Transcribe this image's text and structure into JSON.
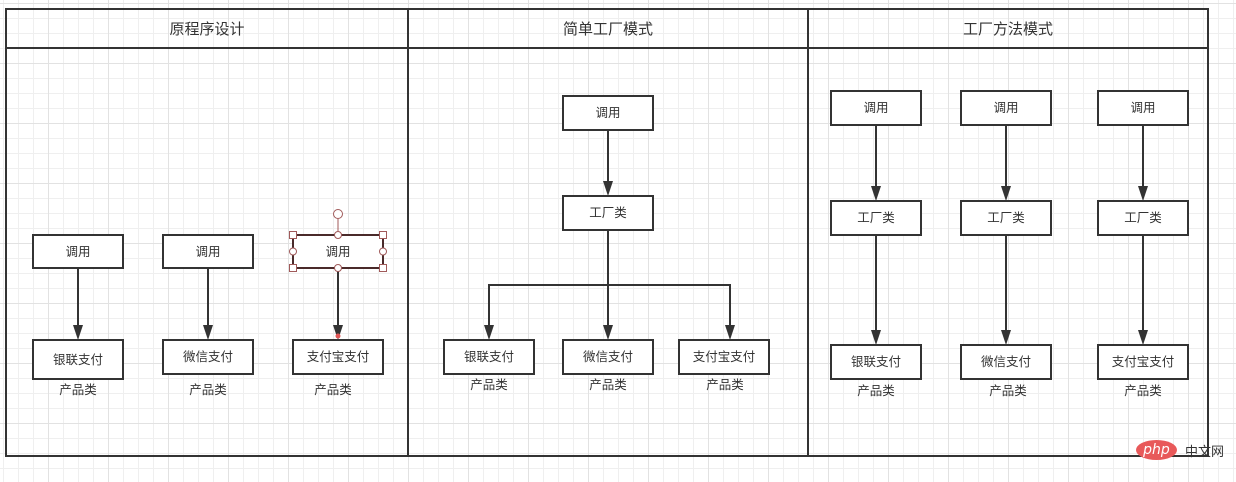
{
  "lanes": [
    {
      "title": "原程序设计"
    },
    {
      "title": "简单工厂模式"
    },
    {
      "title": "工厂方法模式"
    }
  ],
  "nodes": {
    "caller": "调用",
    "factory": "工厂类",
    "unionpay": "银联支付",
    "wechat": "微信支付",
    "alipay": "支付宝支付",
    "product_caption": "产品类"
  },
  "selection": {
    "selected_node": "lane1-caller-alipay"
  },
  "watermark": {
    "logo": "php",
    "text": "中文网"
  },
  "colors": {
    "stroke": "#333333",
    "selection": "#4a2a2a",
    "handle": "#a05a5a",
    "watermark": "#e8595a"
  }
}
